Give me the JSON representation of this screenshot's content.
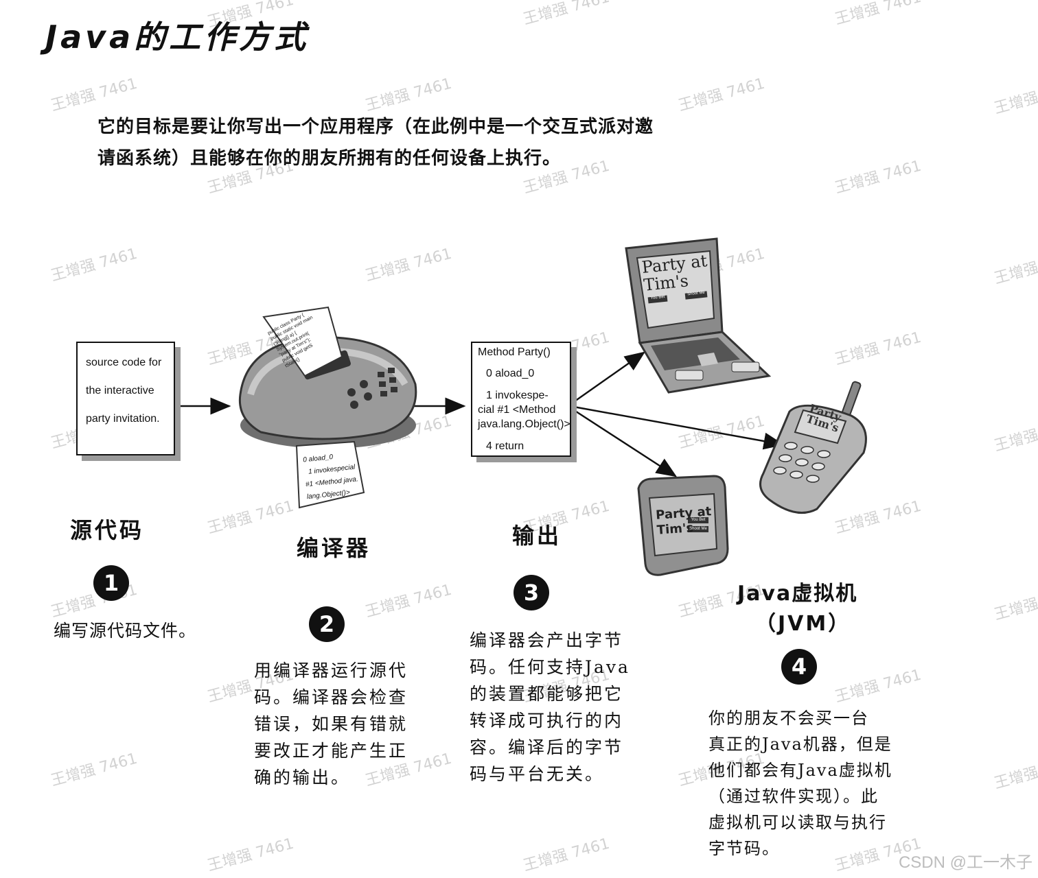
{
  "title": "Java的工作方式",
  "intro": {
    "line1": "它的目标是要让你写出一个应用程序（在此例中是一个交互式派对邀",
    "line2": "请函系统）且能够在你的朋友所拥有的任何设备上执行。"
  },
  "source_box": {
    "line1": "source code for",
    "line2": "the interactive",
    "line3": "party invitation."
  },
  "paper_in": [
    "public class Party {",
    "public static void main",
    "(String[] a) {",
    "System.out.print(",
    "\"party at Tim's\");",
    "public void getS",
    "tState(}"
  ],
  "paper_out": [
    "0 aload_0",
    "1 invokespecial",
    "#1 <Method java.",
    "lang.Object()>"
  ],
  "bytecode_box": {
    "line1": "Method Party()",
    "line2": "0 aload_0",
    "line3": "1 invokespe-",
    "line4": "cial #1 <Method",
    "line5": "java.lang.Object()>",
    "line6": "4 return"
  },
  "stages": {
    "s1": {
      "label": "源代码",
      "badge": "1",
      "desc": "编写源代码文件。"
    },
    "s2": {
      "label": "编译器",
      "badge": "2",
      "desc": [
        "用编译器运行源代",
        "码。编译器会检查",
        "错误，如果有错就",
        "要改正才能产生正",
        "确的输出。"
      ]
    },
    "s3": {
      "label": "输出",
      "badge": "3",
      "desc": [
        "编译器会产出字节",
        "码。任何支持Java",
        "的装置都能够把它",
        "转译成可执行的内",
        "容。编译后的字节",
        "码与平台无关。"
      ]
    },
    "s4": {
      "label1": "Java虚拟机",
      "label2": "（JVM）",
      "badge": "4",
      "desc": [
        "你的朋友不会买一台",
        "真正的Java机器，但是",
        "他们都会有Java虚拟机",
        "（通过软件实现）。此",
        "虚拟机可以读取与执行",
        "字节码。"
      ]
    }
  },
  "devices": {
    "laptop_screen": {
      "line1": "Party at",
      "line2": "Tim's",
      "btn1": "You Bet",
      "btn2": "Shoot Me"
    },
    "phone_screen": {
      "line1": "Party",
      "line2": "Tim's"
    },
    "pda_screen": {
      "line1": "Party at",
      "line2": "Tim's",
      "btn1": "You Bet",
      "btn2": "Shoot Me"
    }
  },
  "watermark": "王增强 7461",
  "credit": "CSDN @工一木子"
}
